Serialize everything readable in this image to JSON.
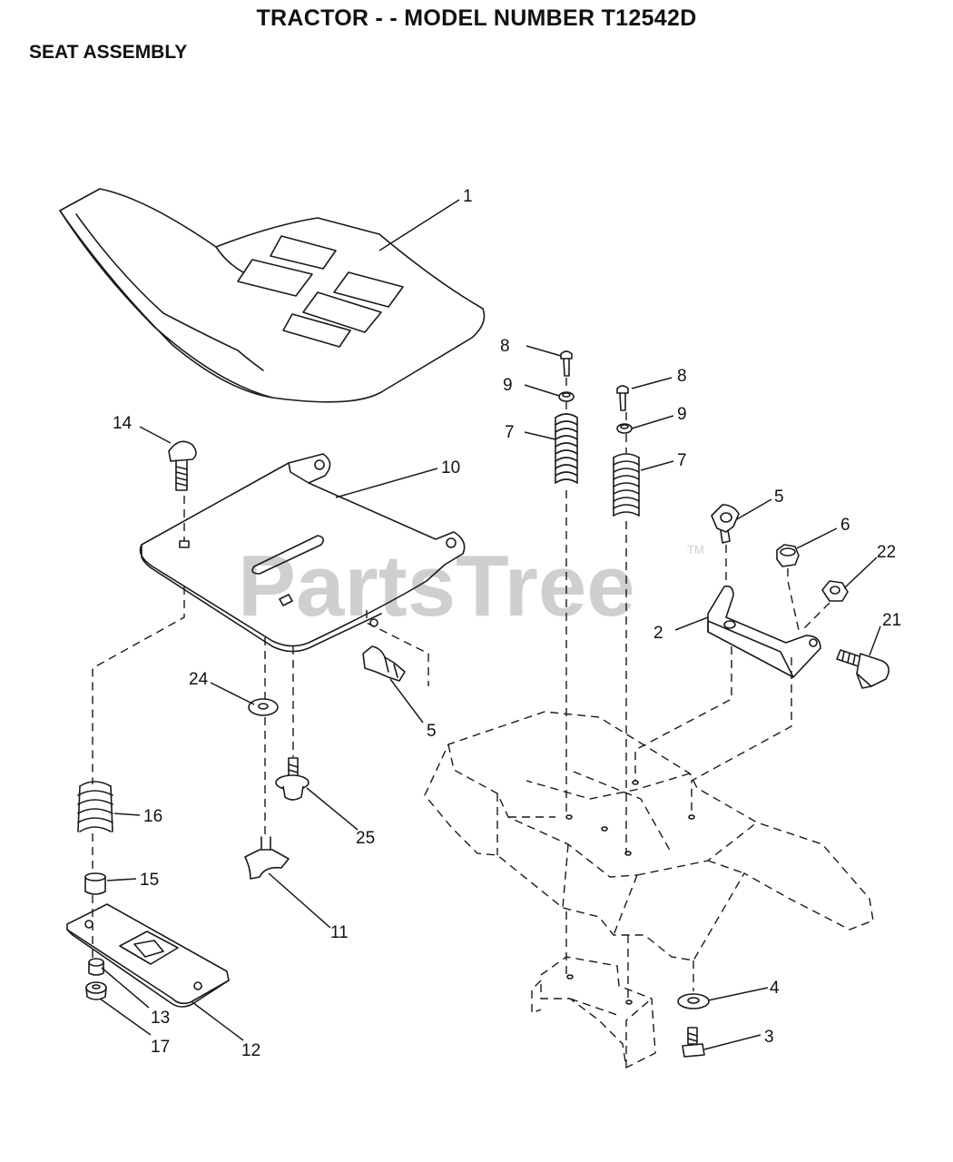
{
  "title": "TRACTOR - - MODEL NUMBER T12542D",
  "section": "SEAT ASSEMBLY",
  "watermark": {
    "text": "PartsTree",
    "mark": "TM"
  },
  "callouts": {
    "c1": "1",
    "c2": "2",
    "c3": "3",
    "c4": "4",
    "c5a": "5",
    "c5b": "5",
    "c6": "6",
    "c7a": "7",
    "c7b": "7",
    "c8a": "8",
    "c8b": "8",
    "c9a": "9",
    "c9b": "9",
    "c10": "10",
    "c11": "11",
    "c12": "12",
    "c13": "13",
    "c14": "14",
    "c15": "15",
    "c16": "16",
    "c17": "17",
    "c21": "21",
    "c22": "22",
    "c24": "24",
    "c25": "25"
  }
}
